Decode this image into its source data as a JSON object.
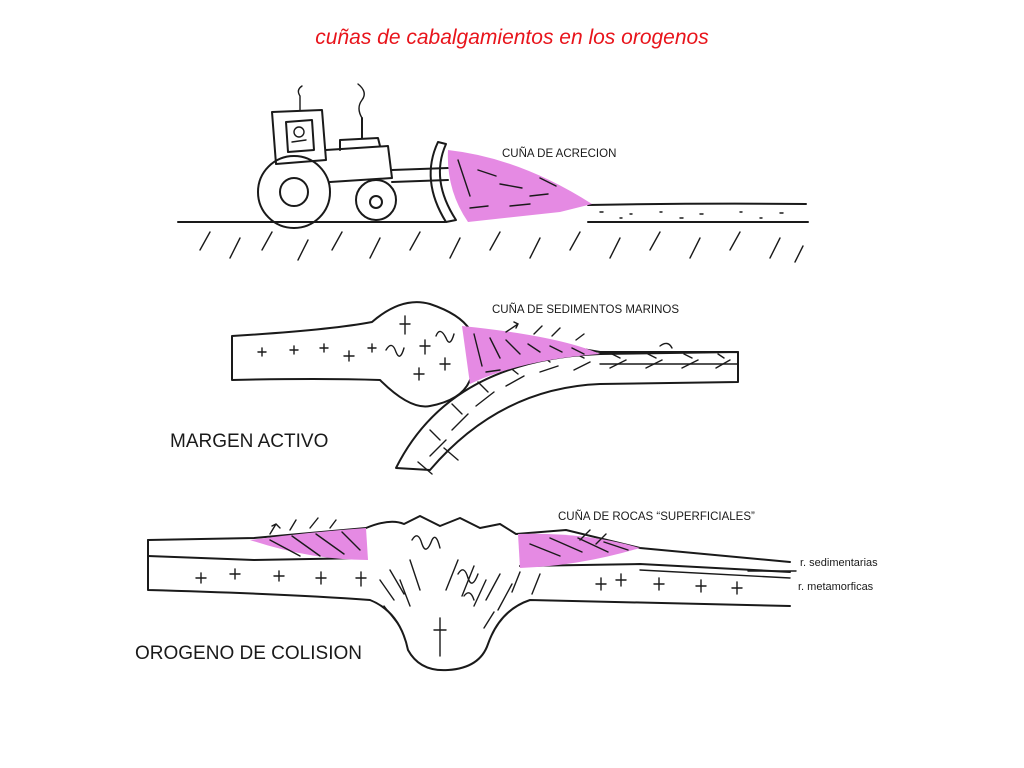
{
  "title": "cuñas de cabalgamientos en los orogenos",
  "colors": {
    "title": "#e8141b",
    "wedge": "#e58ae3",
    "ink": "#1a1a1a"
  },
  "panels": {
    "tractor": {
      "label": "CUÑA DE ACRECION"
    },
    "active_margin": {
      "wedge_label": "CUÑA DE SEDIMENTOS MARINOS",
      "section_label": "MARGEN ACTIVO"
    },
    "collision": {
      "wedge_label": "CUÑA DE ROCAS “SUPERFICIALES”",
      "section_label": "OROGENO DE COLISION",
      "legend": {
        "sedimentary": "r. sedimentarias",
        "metamorphic": "r. metamorficas"
      }
    }
  }
}
